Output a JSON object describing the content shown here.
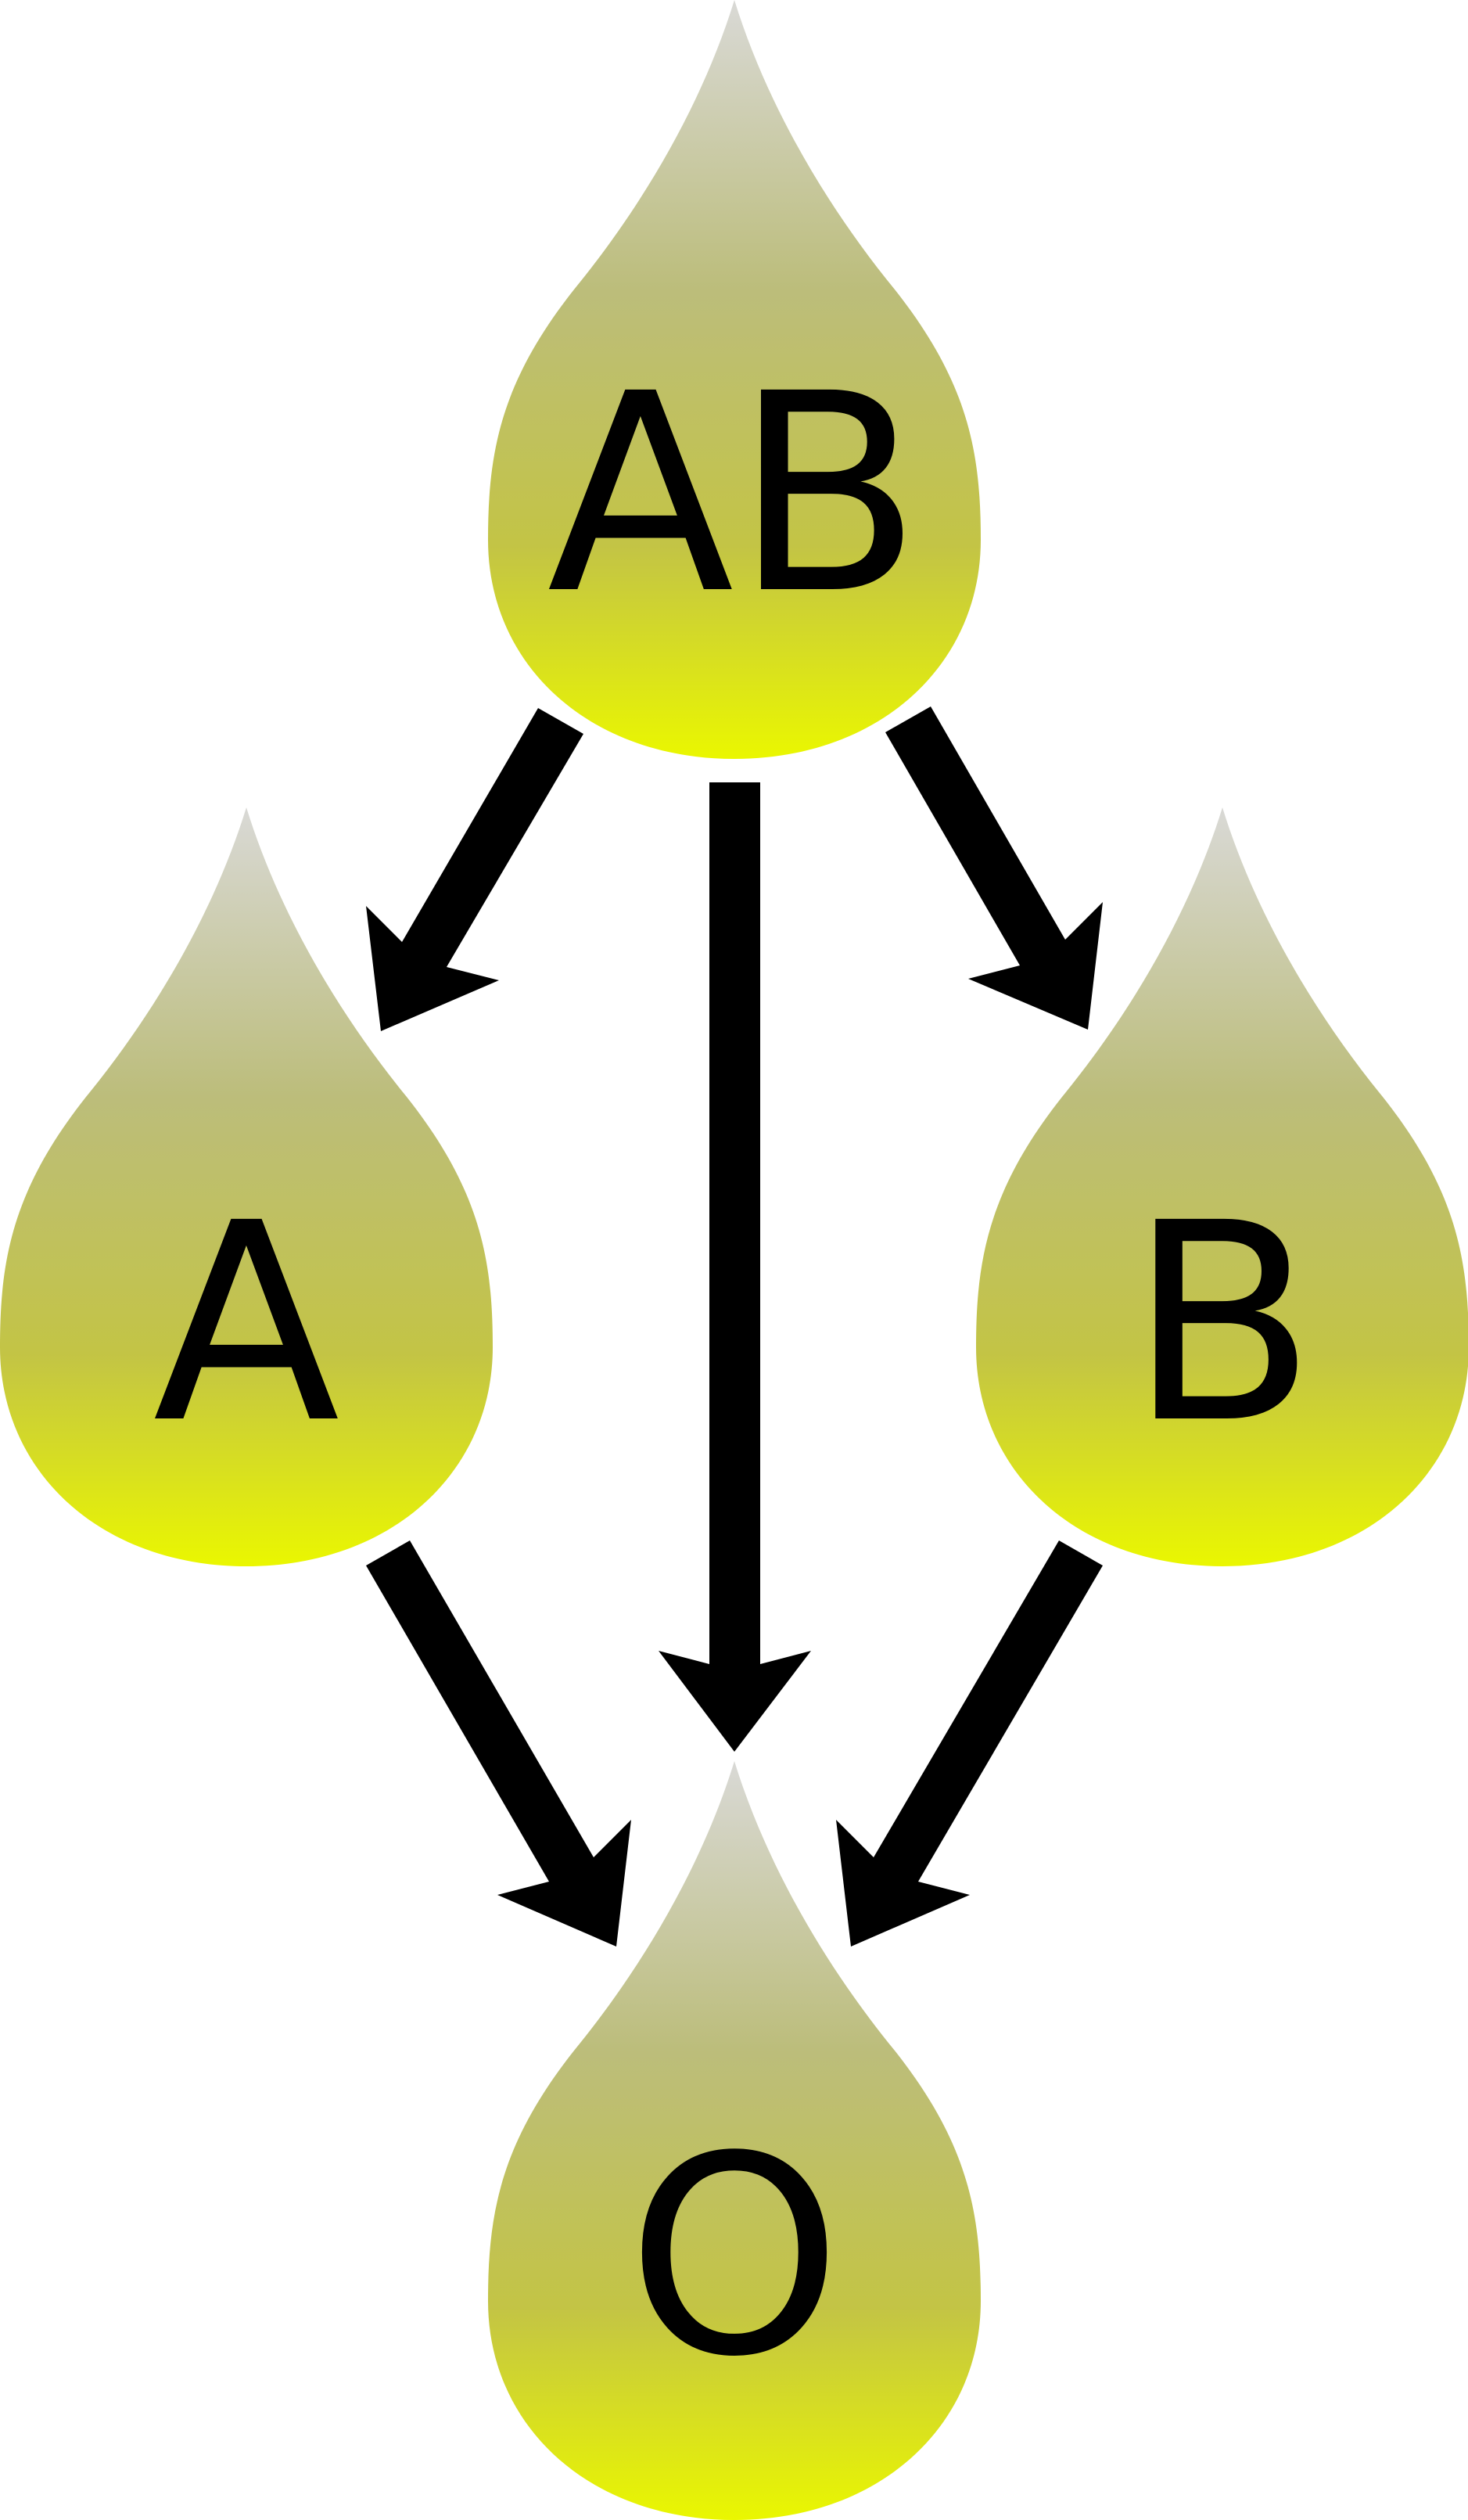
{
  "nodes": {
    "ab": {
      "label": "AB"
    },
    "a": {
      "label": "A"
    },
    "b": {
      "label": "B"
    },
    "o": {
      "label": "O"
    }
  },
  "edges": [
    {
      "from": "AB",
      "to": "A"
    },
    {
      "from": "AB",
      "to": "O"
    },
    {
      "from": "AB",
      "to": "B"
    },
    {
      "from": "A",
      "to": "O"
    },
    {
      "from": "B",
      "to": "O"
    }
  ],
  "colors": {
    "drop_top": "#d9d9d6",
    "drop_mid_1": "#bcbd7b",
    "drop_mid_2": "#c3c445",
    "drop_bottom": "#eaf700",
    "arrow": "#000000",
    "background": "#ffffff"
  }
}
